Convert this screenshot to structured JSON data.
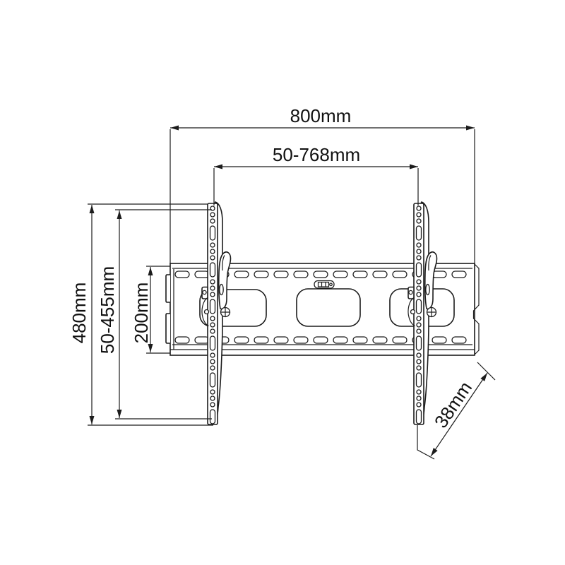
{
  "drawing": {
    "background": "#ffffff",
    "line_color": "#1c1c1c",
    "dimensions": {
      "overall_width": "800mm",
      "horizontal_adjust_range": "50-768mm",
      "overall_height": "480mm",
      "vertical_adjust_range": "50-455mm",
      "wall_plate_height": "200mm",
      "profile_depth": "38mm"
    }
  }
}
